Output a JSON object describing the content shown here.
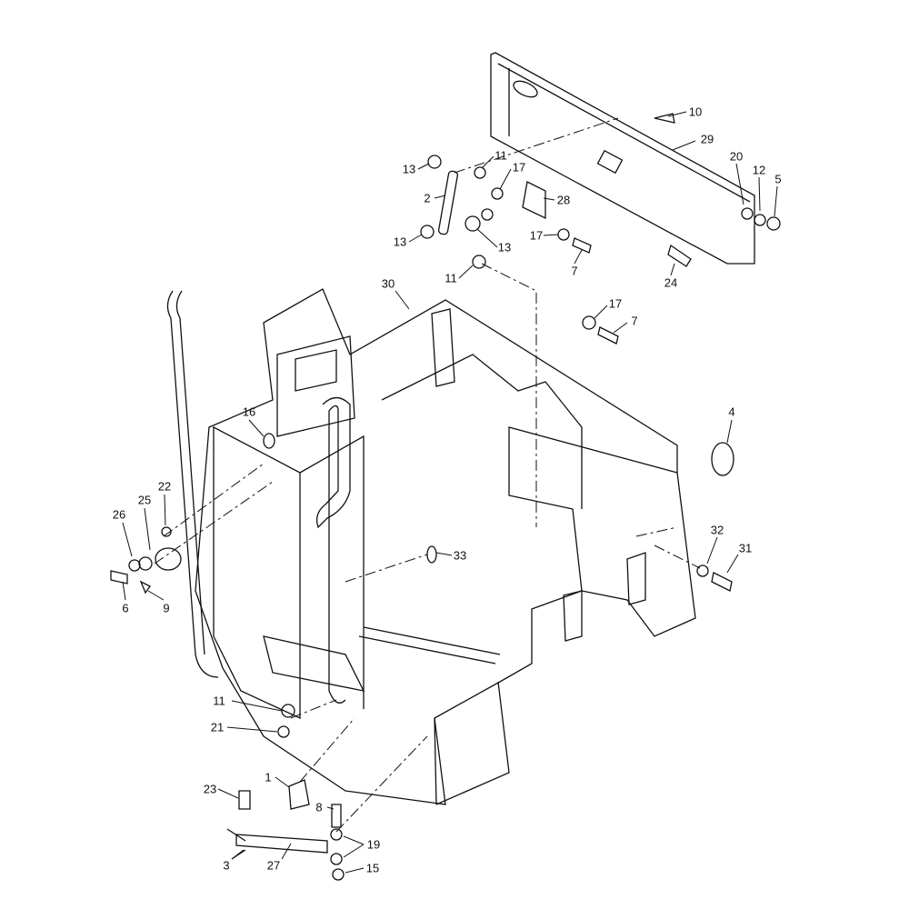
{
  "diagram": {
    "callouts": [
      "10",
      "29",
      "20",
      "12",
      "5",
      "13",
      "11",
      "17",
      "2",
      "28",
      "13",
      "13",
      "17",
      "7",
      "11",
      "24",
      "30",
      "17",
      "7",
      "4",
      "16",
      "22",
      "25",
      "26",
      "32",
      "31",
      "33",
      "6",
      "9",
      "11",
      "21",
      "1",
      "23",
      "8",
      "19",
      "3",
      "27",
      "15"
    ]
  }
}
